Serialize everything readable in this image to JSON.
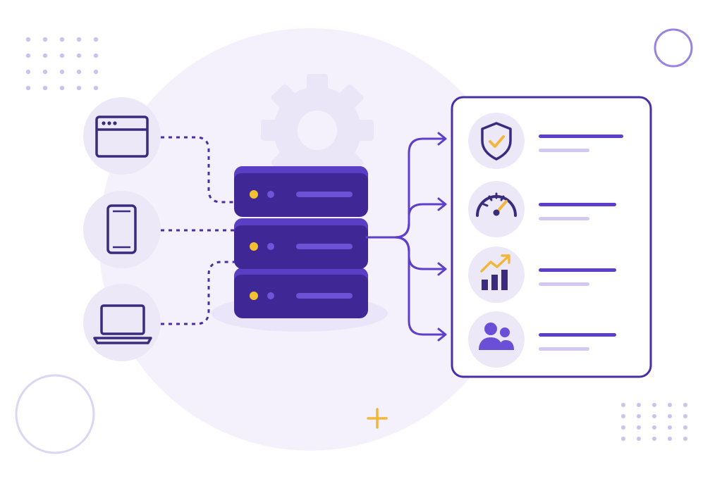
{
  "colors": {
    "background": "#ffffff",
    "blob": "#f5f1fc",
    "gear": "#ebe6f7",
    "primary": "#4a2da8",
    "server_dark": "#3f2896",
    "server_top": "#5a3fc4",
    "server_shadow": "#ebe5fa",
    "led_gold": "#f5c030",
    "led_purple": "#6f55d8",
    "slot": "#6c52d4",
    "device_circle": "#ece8f8",
    "device_stroke": "#3b2a7e",
    "icon_circle": "#ece8f8",
    "line_dark": "#5e3ecd",
    "line_light": "#d2c8f2",
    "dots": "#cbc3ee",
    "ring_top": "#9b82e0",
    "ring_bottom": "#dcd5f4",
    "plus": "#f2b73a"
  },
  "nodes": {
    "clients": [
      {
        "icon": "browser-window-icon"
      },
      {
        "icon": "smartphone-icon"
      },
      {
        "icon": "laptop-icon"
      }
    ],
    "server": {
      "icon": "server-stack-icon",
      "units": 3
    },
    "gear": {
      "icon": "gear-icon"
    },
    "panel": {
      "items": [
        {
          "icon": "shield-check-icon"
        },
        {
          "icon": "speedometer-icon"
        },
        {
          "icon": "growth-chart-icon"
        },
        {
          "icon": "users-icon"
        }
      ]
    }
  },
  "decor": {
    "dot_grids": 2,
    "rings": 2,
    "plus_icon": "plus-icon"
  }
}
